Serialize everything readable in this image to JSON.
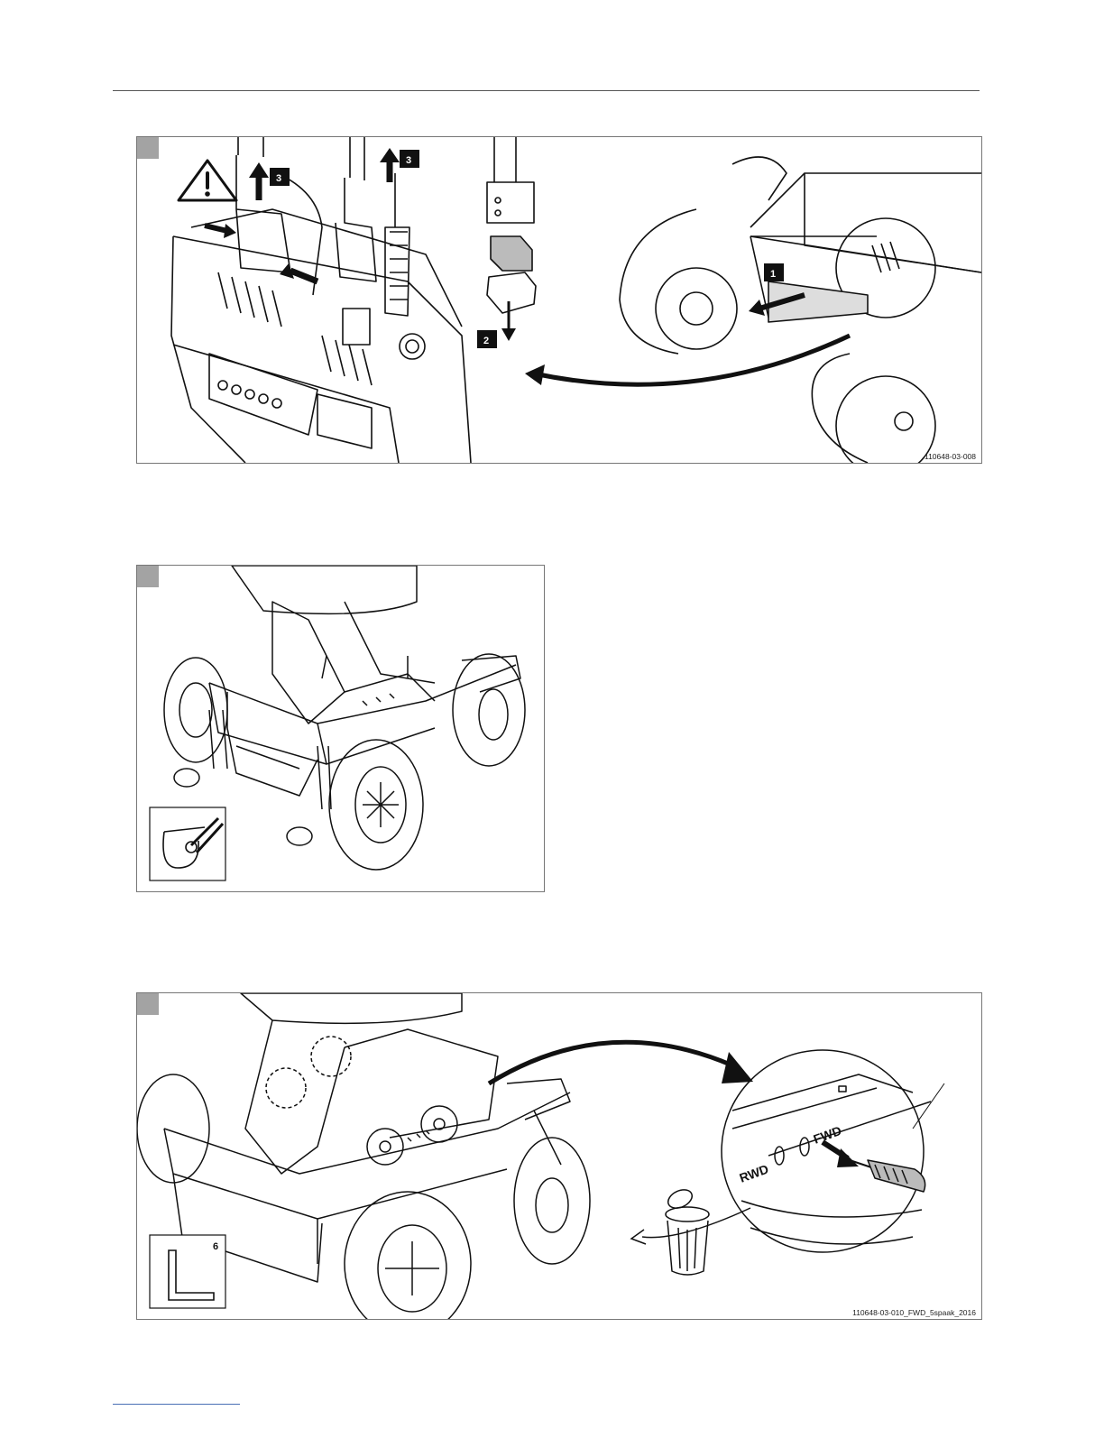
{
  "figures": [
    {
      "id": "fig-1",
      "code": "110648-03-008",
      "steps": [
        "1",
        "2",
        "3",
        "3"
      ]
    },
    {
      "id": "fig-2",
      "code": ""
    },
    {
      "id": "fig-3",
      "code": "110648-03-010_FWD_5spaak_2016",
      "labels": {
        "rwd": "RWD",
        "fwd": "FWD",
        "tool_size": "6"
      }
    }
  ],
  "colors": {
    "line": "#111111",
    "frame": "#777777",
    "tab": "#a3a3a3",
    "step_box": "#111111",
    "footer_rule": "#4a6fb5"
  },
  "icons": [
    "warning-triangle-icon",
    "arrow-icon",
    "trash-bin-icon",
    "cable-tie-icon",
    "hex-key-icon"
  ]
}
